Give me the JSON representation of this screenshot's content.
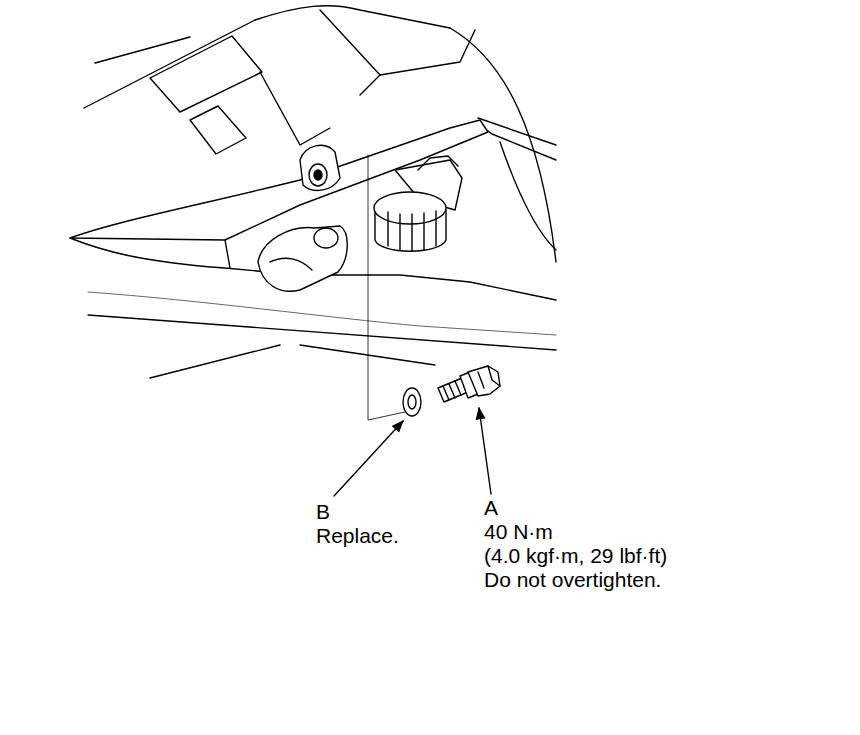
{
  "diagram": {
    "labels": [
      "B",
      "Replace.",
      "A",
      "40 N·m",
      "(4.0 kgf·m, 29 lbf·ft)",
      "Do not overtighten."
    ]
  }
}
